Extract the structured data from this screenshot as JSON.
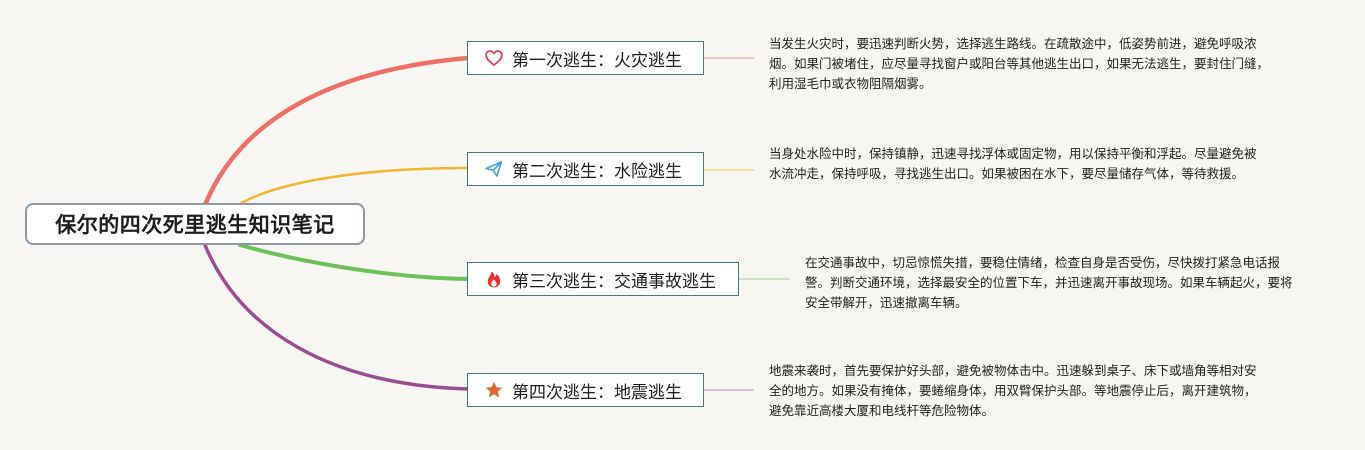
{
  "root": {
    "title": "保尔的四次死里逃生知识笔记"
  },
  "branches": [
    {
      "label": "第一次逃生：火灾逃生",
      "icon": "heart-icon",
      "color": "#ef6f67",
      "note": "当发生火灾时，要迅速判断火势，选择逃生路线。在疏散途中，低姿势前进，避免呼吸浓烟。如果门被堵住，应尽量寻找窗户或阳台等其他逃生出口，如果无法逃生，要封住门缝，利用湿毛巾或衣物阻隔烟雾。"
    },
    {
      "label": "第二次逃生：水险逃生",
      "icon": "paper-plane-icon",
      "color": "#f2b531",
      "note": "当身处水险中时，保持镇静，迅速寻找浮体或固定物，用以保持平衡和浮起。尽量避免被水流冲走，保持呼吸，寻找逃生出口。如果被困在水下，要尽量储存气体，等待救援。"
    },
    {
      "label": "第三次逃生：交通事故逃生",
      "icon": "fire-icon",
      "color": "#6cc15a",
      "note": "在交通事故中，切忌惊慌失措，要稳住情绪，检查自身是否受伤，尽快拨打紧急电话报警。判断交通环境，选择最安全的位置下车，并迅速离开事故现场。如果车辆起火，要将安全带解开，迅速撤离车辆。"
    },
    {
      "label": "第四次逃生：地震逃生",
      "icon": "star-icon",
      "color": "#9b4d93",
      "note": "地震来袭时，首先要保护好头部，避免被物体击中。迅速躲到桌子、床下或墙角等相对安全的地方。如果没有掩体，要蜷缩身体，用双臂保护头部。等地震停止后，离开建筑物，避免靠近高楼大厦和电线杆等危险物体。"
    }
  ]
}
